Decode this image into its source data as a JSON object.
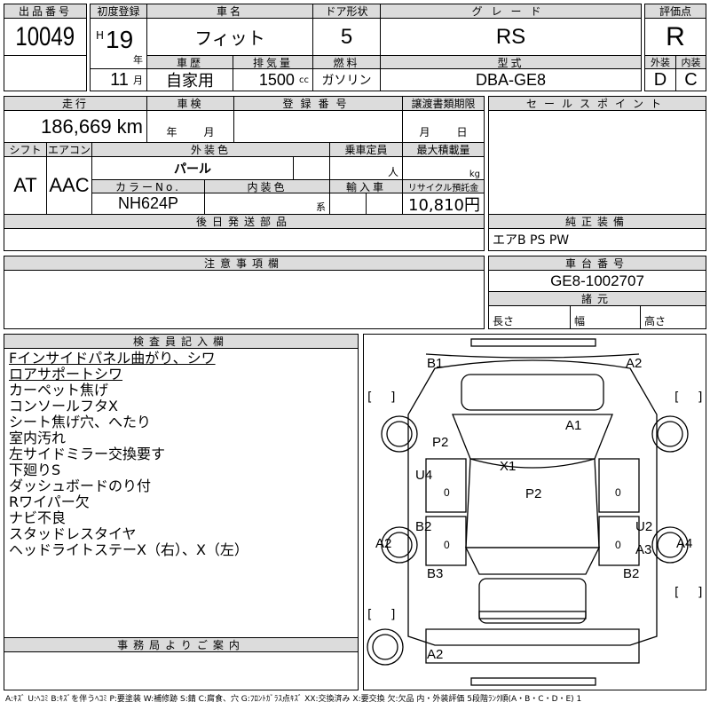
{
  "lot": {
    "label": "出品番号",
    "value": "10049"
  },
  "first_reg": {
    "label": "初度登録",
    "era": "H",
    "year": "19",
    "year_unit": "年",
    "month": "11",
    "month_unit": "月"
  },
  "car_name": {
    "label": "車名",
    "value": "フィット"
  },
  "doors": {
    "label": "ドア形状",
    "value": "5"
  },
  "grade": {
    "label": "グレード",
    "value": "RS"
  },
  "score": {
    "label": "評価点",
    "value": "R",
    "ext_label": "外装",
    "int_label": "内装",
    "ext": "D",
    "int": "C"
  },
  "history": {
    "label": "車歴",
    "value": "自家用"
  },
  "displacement": {
    "label": "排気量",
    "value": "1500",
    "unit": "cc"
  },
  "fuel": {
    "label": "燃料",
    "value": "ガソリン"
  },
  "model": {
    "label": "型式",
    "value": "DBA-GE8"
  },
  "mileage": {
    "label": "走行",
    "value": "186,669 km"
  },
  "inspection": {
    "label": "車検",
    "year_unit": "年",
    "month_unit": "月"
  },
  "reg_no": {
    "label": "登録番号"
  },
  "doc_deadline": {
    "label": "譲渡書類期限",
    "month_unit": "月",
    "day_unit": "日"
  },
  "shift": {
    "label": "シフト",
    "value": "AT"
  },
  "ac": {
    "label": "エアコン",
    "value": "AAC"
  },
  "ext_color": {
    "label": "外装色",
    "value": "パール"
  },
  "capacity": {
    "label": "乗車定員",
    "unit": "人"
  },
  "max_load": {
    "label": "最大積載量",
    "unit": "kg"
  },
  "color_no": {
    "label": "カラーNo.",
    "value": "NH624P"
  },
  "int_color": {
    "label": "内装色",
    "unit": "系"
  },
  "import": {
    "label": "輸入車"
  },
  "recycle": {
    "label": "リサイクル預託金",
    "value": "10,810円"
  },
  "later_parts": {
    "label": "後日発送部品"
  },
  "sales_point": {
    "label": "セールスポイント"
  },
  "equipment": {
    "label": "純正装備",
    "value": "エアB PS PW"
  },
  "notes": {
    "label": "注意事項欄"
  },
  "chassis": {
    "label": "車台番号",
    "value": "GE8-1002707"
  },
  "specs": {
    "label": "諸元",
    "length": "長さ",
    "width": "幅",
    "height": "高さ"
  },
  "inspector": {
    "label": "検査員記入欄",
    "lines": [
      "Fインサイドパネル曲がり、シワ",
      "ロアサポートシワ",
      "カーペット焦げ",
      "コンソールフタX",
      "シート焦げ穴、へたり",
      "室内汚れ",
      "左サイドミラー交換要す",
      "下廻りS",
      "ダッシュボードのり付",
      "Rワイパー欠",
      "ナビ不良",
      "スタッドレスタイヤ",
      "ヘッドライトステーX（右）、X（左）"
    ]
  },
  "office": {
    "label": "事務局よりご案内"
  },
  "diagram": {
    "marks": [
      "B1",
      "A2",
      "A1",
      "P2",
      "X1",
      "U4",
      "P2",
      "B2",
      "U2",
      "A2",
      "A3",
      "A4",
      "B3",
      "B2",
      "A2"
    ],
    "zeros": [
      "0",
      "0",
      "0",
      "0"
    ]
  },
  "footer": "A:ｷｽﾞ U:ﾍｺﾐ B:ｷｽﾞを伴うﾍｺﾐ P:要塗装 W:補修跡 S:錆 C:腐食、穴 G:ﾌﾛﾝﾄｶﾞﾗｽ点ｷｽﾞ XX:交換済み X:要交換 欠:欠品 内・外装評価 5段階ﾗﾝｸ順(A・B・C・D・E) 1"
}
